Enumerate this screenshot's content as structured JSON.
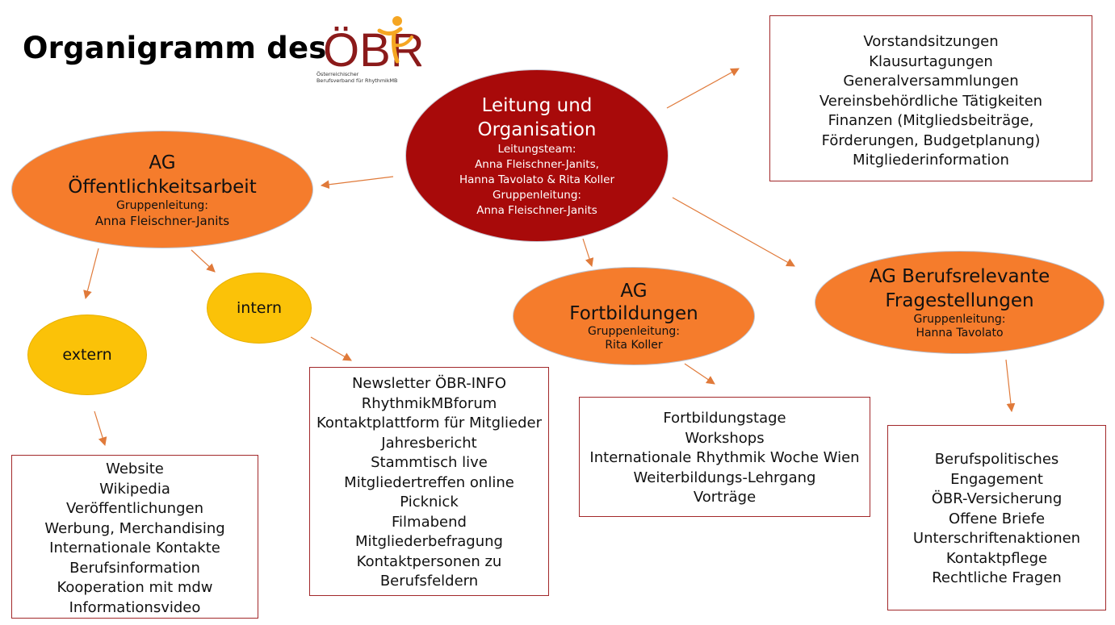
{
  "title": "Organigramm des",
  "logo": {
    "letters": "ÖBR",
    "subtitle_line1": "Österreichischer",
    "subtitle_line2": "Berufsverband für RhythmikMB",
    "colors": {
      "letters": "#8b1a1a",
      "figure": "#f5a623"
    }
  },
  "colors": {
    "orange": "#f57c2c",
    "red": "#a80a0a",
    "yellow": "#fbc208",
    "box_border": "#a2282a",
    "arrow": "#e07a3a"
  },
  "nodes": {
    "leitung": {
      "title1": "Leitung und",
      "title2": "Organisation",
      "line1": "Leitungsteam:",
      "line2": "Anna Fleischner-Janits,",
      "line3": "Hanna Tavolato & Rita Koller",
      "line4": "Gruppenleitung:",
      "line5": "Anna Fleischner-Janits"
    },
    "oeffentlichkeit": {
      "title1": "AG",
      "title2": "Öffentlichkeitsarbeit",
      "line1": "Gruppenleitung:",
      "line2": "Anna Fleischner-Janits"
    },
    "fortbildungen": {
      "title1": "AG",
      "title2": "Fortbildungen",
      "line1": "Gruppenleitung:",
      "line2": "Rita Koller"
    },
    "berufsrelevant": {
      "title1": "AG Berufsrelevante",
      "title2": "Fragestellungen",
      "line1": "Gruppenleitung:",
      "line2": "Hanna Tavolato"
    },
    "intern": {
      "label": "intern"
    },
    "extern": {
      "label": "extern"
    }
  },
  "lists": {
    "leitung_tasks": [
      "Vorstandsitzungen",
      "Klausurtagungen",
      "Generalversammlungen",
      "Vereinsbehördliche Tätigkeiten",
      "Finanzen (Mitgliedsbeiträge,",
      "Förderungen, Budgetplanung)",
      "Mitgliederinformation"
    ],
    "intern_tasks": [
      "Newsletter ÖBR-INFO",
      "RhythmikMBforum",
      "Kontaktplattform für Mitglieder",
      "Jahresbericht",
      "Stammtisch live",
      "Mitgliedertreffen online",
      "Picknick",
      "Filmabend",
      "Mitgliederbefragung",
      "Kontaktpersonen zu",
      "Berufsfeldern"
    ],
    "extern_tasks": [
      "Website",
      "Wikipedia",
      "Veröffentlichungen",
      "Werbung, Merchandising",
      "Internationale Kontakte",
      "Berufsinformation",
      "Kooperation mit mdw",
      "Informationsvideo"
    ],
    "fortbildung_tasks": [
      "Fortbildungstage",
      "Workshops",
      "Internationale Rhythmik Woche Wien",
      "Weiterbildungs-Lehrgang",
      "Vorträge"
    ],
    "berufs_tasks": [
      "Berufspolitisches",
      "Engagement",
      "ÖBR-Versicherung",
      "Offene Briefe",
      "Unterschriftenaktionen",
      "Kontaktpflege",
      "Rechtliche Fragen"
    ]
  }
}
